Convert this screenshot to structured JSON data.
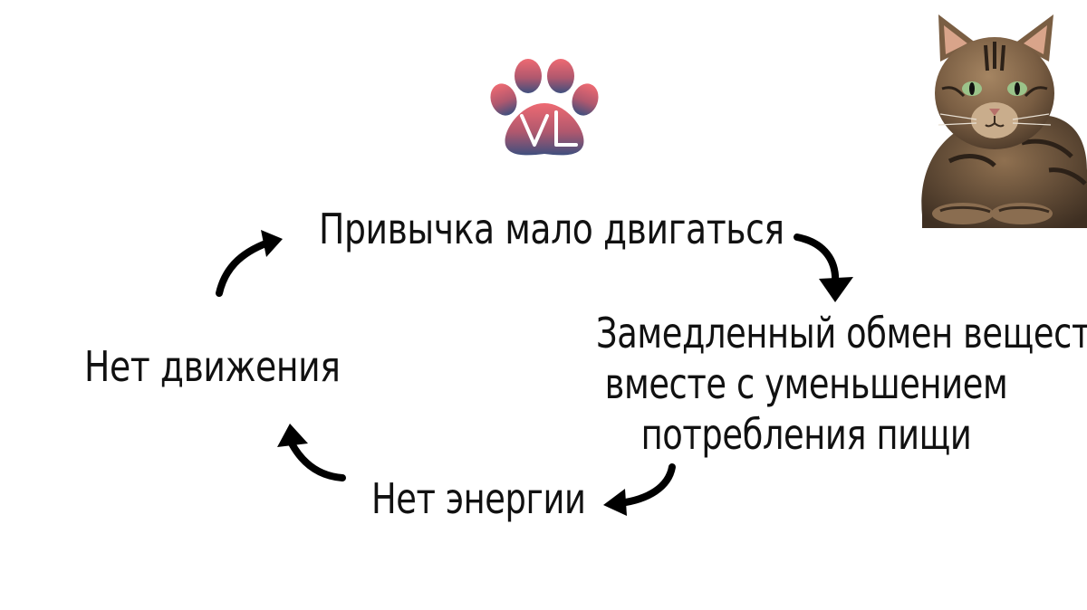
{
  "cycle": {
    "steps": [
      {
        "label": "Привычка мало двигаться"
      },
      {
        "lines": [
          "Замедленный обмен веществ",
          "вместе с уменьшением",
          "потребления пищи"
        ]
      },
      {
        "label": "Нет энергии"
      },
      {
        "label": "Нет движения"
      }
    ]
  },
  "logo": {
    "icon": "paw-logo-icon",
    "letters": "VL",
    "gradient": [
      "#e8636e",
      "#3f4f7e"
    ]
  },
  "illustration": {
    "icon": "tabby-cat-illustration"
  },
  "colors": {
    "background": "#ffffff",
    "text": "#111111",
    "arrow": "#000000"
  }
}
